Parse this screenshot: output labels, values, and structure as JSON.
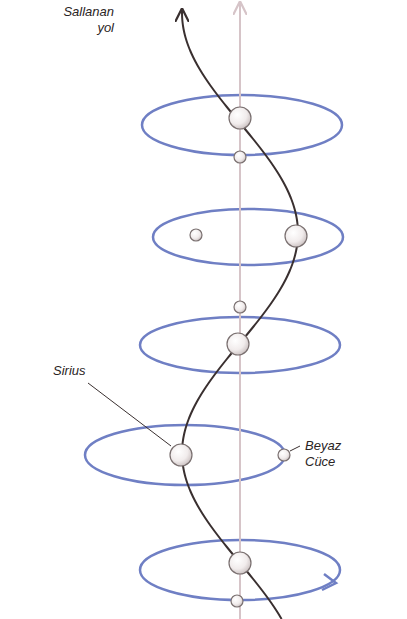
{
  "diagram": {
    "labels": [
      "Sallanan yol",
      "Sirius",
      "Beyaz Cüce"
    ]
  }
}
